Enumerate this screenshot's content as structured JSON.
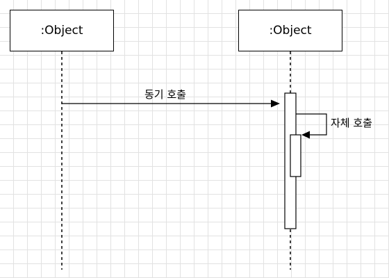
{
  "objects": [
    {
      "label": ":Object"
    },
    {
      "label": ":Object"
    }
  ],
  "messages": {
    "sync_call": {
      "label": "동기 호출"
    },
    "self_call": {
      "label": "자체 호출"
    }
  },
  "colors": {
    "line": "#000000",
    "grid": "#e2e2e2",
    "background": "#ffffff"
  }
}
